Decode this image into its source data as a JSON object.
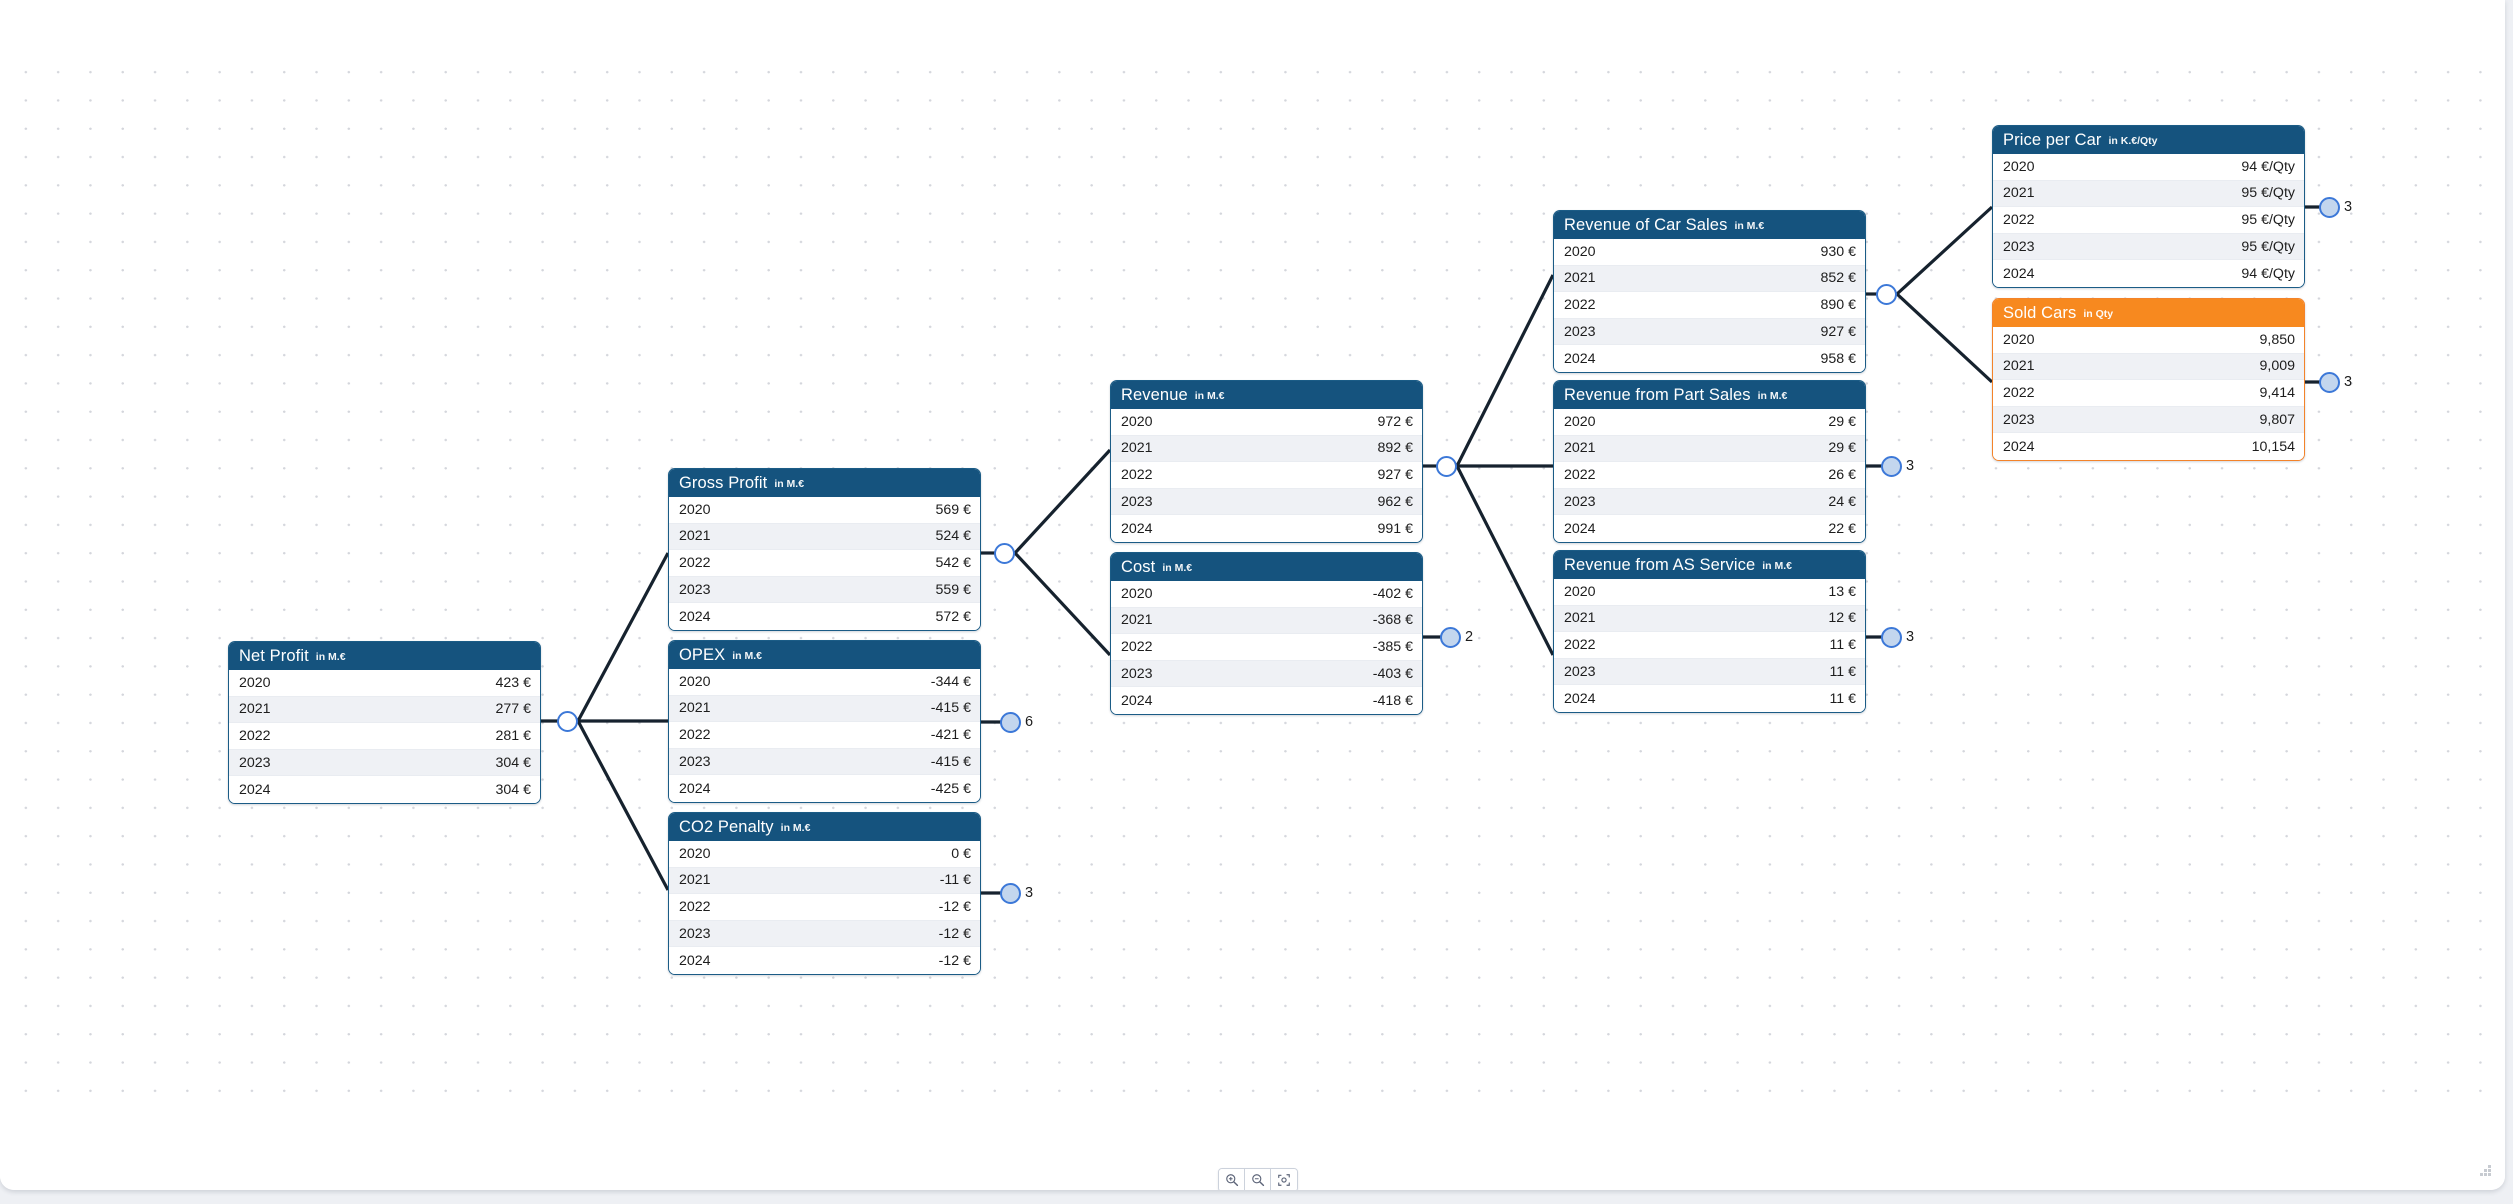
{
  "chart_data": {
    "type": "diagram",
    "subtype": "value-driver-tree",
    "title": "",
    "year_labels": [
      "2020",
      "2021",
      "2022",
      "2023",
      "2024"
    ],
    "nodes": [
      {
        "id": "net-profit",
        "title": "Net Profit",
        "unit": "in M.€",
        "accent": "blue",
        "values": [
          "423 €",
          "277 €",
          "281 €",
          "304 €",
          "304 €"
        ]
      },
      {
        "id": "gross-profit",
        "title": "Gross Profit",
        "unit": "in M.€",
        "accent": "blue",
        "values": [
          "569 €",
          "524 €",
          "542 €",
          "559 €",
          "572 €"
        ]
      },
      {
        "id": "opex",
        "title": "OPEX",
        "unit": "in M.€",
        "accent": "blue",
        "values": [
          "-344 €",
          "-415 €",
          "-421 €",
          "-415 €",
          "-425 €"
        ]
      },
      {
        "id": "co2-penalty",
        "title": "CO2 Penalty",
        "unit": "in M.€",
        "accent": "blue",
        "values": [
          "0 €",
          "-11 €",
          "-12 €",
          "-12 €",
          "-12 €"
        ]
      },
      {
        "id": "revenue",
        "title": "Revenue",
        "unit": "in M.€",
        "accent": "blue",
        "values": [
          "972 €",
          "892 €",
          "927 €",
          "962 €",
          "991 €"
        ]
      },
      {
        "id": "cost",
        "title": "Cost",
        "unit": "in M.€",
        "accent": "blue",
        "values": [
          "-402 €",
          "-368 €",
          "-385 €",
          "-403 €",
          "-418 €"
        ]
      },
      {
        "id": "car-sales",
        "title": "Revenue of Car Sales",
        "unit": "in M.€",
        "accent": "blue",
        "values": [
          "930 €",
          "852 €",
          "890 €",
          "927 €",
          "958 €"
        ]
      },
      {
        "id": "part-sales",
        "title": "Revenue from Part Sales",
        "unit": "in M.€",
        "accent": "blue",
        "values": [
          "29 €",
          "29 €",
          "26 €",
          "24 €",
          "22 €"
        ]
      },
      {
        "id": "as-service",
        "title": "Revenue from AS Service",
        "unit": "in M.€",
        "accent": "blue",
        "values": [
          "13 €",
          "12 €",
          "11 €",
          "11 €",
          "11 €"
        ]
      },
      {
        "id": "price-per-car",
        "title": "Price per Car",
        "unit": "in K.€/Qty",
        "accent": "blue",
        "values": [
          "94 €/Qty",
          "95 €/Qty",
          "95 €/Qty",
          "95 €/Qty",
          "94 €/Qty"
        ]
      },
      {
        "id": "sold-cars",
        "title": "Sold Cars",
        "unit": "in Qty",
        "accent": "orange",
        "values": [
          "9,850",
          "9,009",
          "9,414",
          "9,807",
          "10,154"
        ]
      }
    ],
    "collapsed_badges": [
      {
        "id": "opex-children",
        "count": "6"
      },
      {
        "id": "co2-children",
        "count": "3"
      },
      {
        "id": "cost-children",
        "count": "2"
      },
      {
        "id": "part-sales-children",
        "count": "3"
      },
      {
        "id": "as-service-children",
        "count": "3"
      },
      {
        "id": "price-per-car-children",
        "count": "3"
      },
      {
        "id": "sold-cars-children",
        "count": "3"
      }
    ],
    "expanded_hubs": [
      "net-profit-hub",
      "gross-profit-hub",
      "revenue-hub",
      "car-sales-hub"
    ]
  },
  "toolbar": {
    "zoom_in": "zoom-in-icon",
    "zoom_out": "zoom-out-icon",
    "fit_screen": "fit-to-screen-icon"
  },
  "colors": {
    "header_blue": "#15537e",
    "header_orange": "#f7891f",
    "border_blue": "#1b5c86",
    "border_orange": "#f3832a",
    "connector": "#16222e",
    "hub_ring": "#3c78d8",
    "badge_fill": "#c3d6ee",
    "row_alt": "#eff1f5",
    "canvas": "#ffffff",
    "page": "#eef0f4"
  }
}
